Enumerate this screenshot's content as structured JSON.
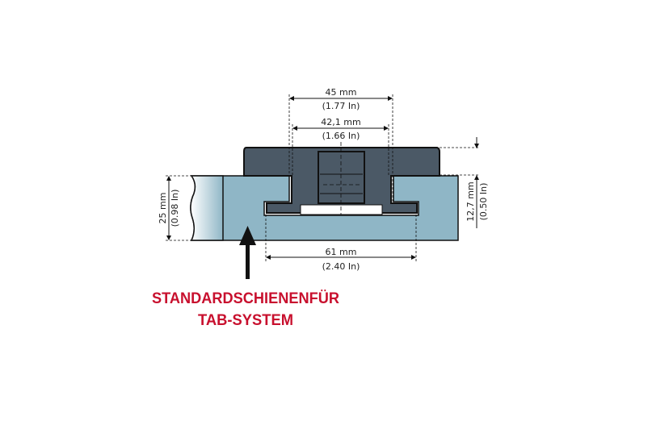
{
  "dimensions": {
    "width_outer": {
      "mm": "45 mm",
      "in": "(1.77 In)"
    },
    "width_inner": {
      "mm": "42,1 mm",
      "in": "(1.66 In)"
    },
    "width_slot": {
      "mm": "61 mm",
      "in": "(2.40 In)"
    },
    "rail_height": {
      "mm": "25 mm",
      "in": "(0.98 In)"
    },
    "carriage_height": {
      "mm": "12,7 mm",
      "in": "(0.50 In)"
    }
  },
  "caption": {
    "line1": "STANDARDSCHIENENFÜR",
    "line2": "TAB-SYSTEM"
  },
  "colors": {
    "rail": "#8fb6c6",
    "carriage": "#4b5966",
    "caption": "#c8102e"
  }
}
